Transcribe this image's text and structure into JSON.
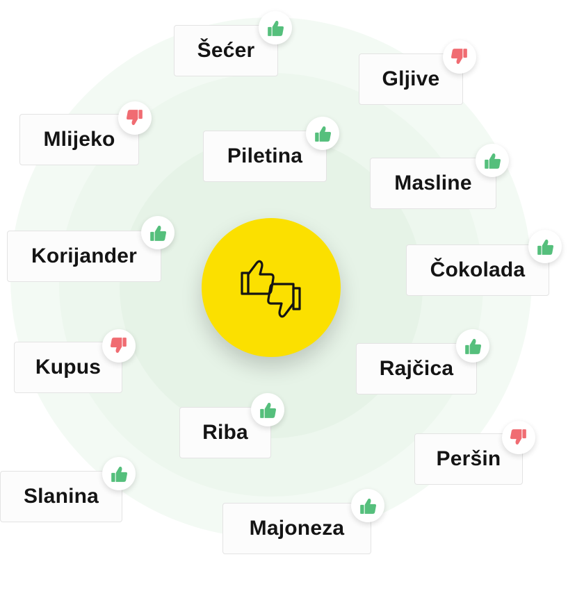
{
  "colors": {
    "hub": "#fbe000",
    "like": "#55bf7c",
    "dislike": "#f06c72"
  },
  "center_icon": "thumbs-up-down-icon",
  "items": [
    {
      "label": "Šećer",
      "reaction": "like"
    },
    {
      "label": "Gljive",
      "reaction": "dislike"
    },
    {
      "label": "Mlijeko",
      "reaction": "dislike"
    },
    {
      "label": "Piletina",
      "reaction": "like"
    },
    {
      "label": "Masline",
      "reaction": "like"
    },
    {
      "label": "Korijander",
      "reaction": "like"
    },
    {
      "label": "Čokolada",
      "reaction": "like"
    },
    {
      "label": "Kupus",
      "reaction": "dislike"
    },
    {
      "label": "Rajčica",
      "reaction": "like"
    },
    {
      "label": "Riba",
      "reaction": "like"
    },
    {
      "label": "Peršin",
      "reaction": "dislike"
    },
    {
      "label": "Slanina",
      "reaction": "like"
    },
    {
      "label": "Majoneza",
      "reaction": "like"
    }
  ]
}
